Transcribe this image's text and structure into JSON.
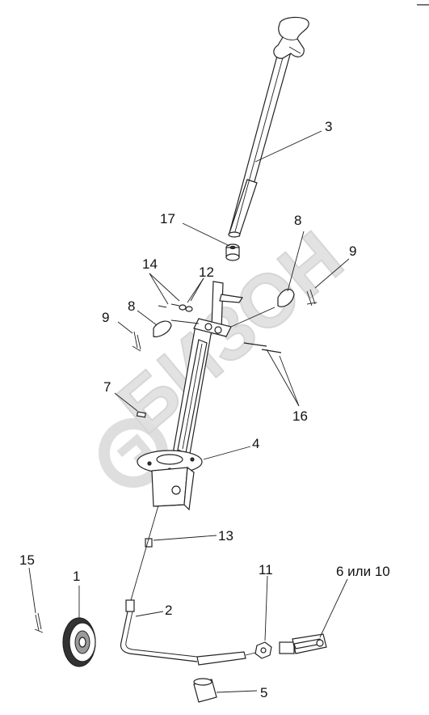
{
  "watermark": {
    "text": "БИЗОН",
    "color": "#d9d9d9"
  },
  "labels": {
    "p1": "1",
    "p2": "2",
    "p3": "3",
    "p4": "4",
    "p5": "5",
    "p6": "6 или 10",
    "p7": "7",
    "p8a": "8",
    "p8b": "8",
    "p9a": "9",
    "p9b": "9",
    "p11": "11",
    "p12": "12",
    "p13": "13",
    "p14": "14",
    "p15": "15",
    "p16": "16",
    "p17": "17"
  },
  "corner_mark": "—"
}
